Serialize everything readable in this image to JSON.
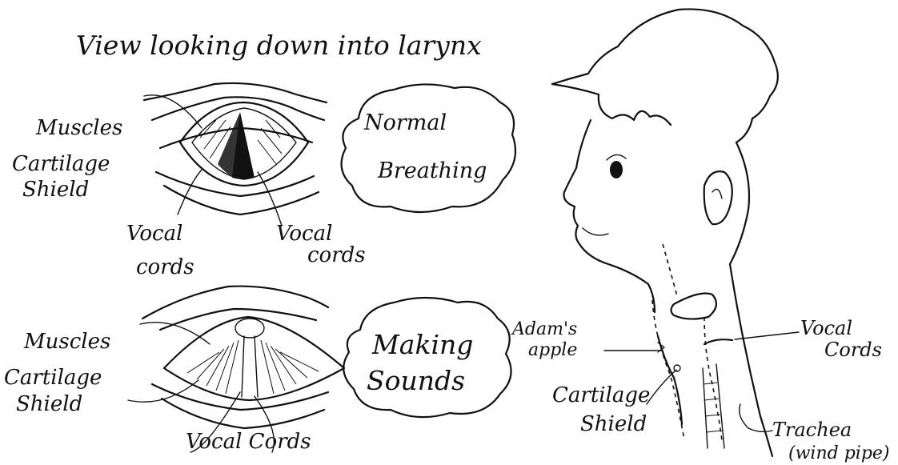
{
  "title": "View looking down into larynx",
  "panel_normal": {
    "state_label_line1": "Normal",
    "state_label_line2": "Breathing",
    "muscles": "Muscles",
    "cartilage_line1": "Cartilage",
    "cartilage_line2": "Shield",
    "vocal_left_line1": "Vocal",
    "vocal_left_line2": "cords",
    "vocal_right_line1": "Vocal",
    "vocal_right_line2": "cords"
  },
  "panel_sounds": {
    "state_label_line1": "Making",
    "state_label_line2": "Sounds",
    "muscles": "Muscles",
    "cartilage_line1": "Cartilage",
    "cartilage_line2": "Shield",
    "vocal": "Vocal Cords"
  },
  "profile": {
    "adams_line1": "Adam's",
    "adams_line2": "apple",
    "vocal_line1": "Vocal",
    "vocal_line2": "Cords",
    "cartilage_line1": "Cartilage",
    "cartilage_line2": "Shield",
    "trachea_line1": "Trachea",
    "trachea_line2": "(wind pipe)"
  }
}
